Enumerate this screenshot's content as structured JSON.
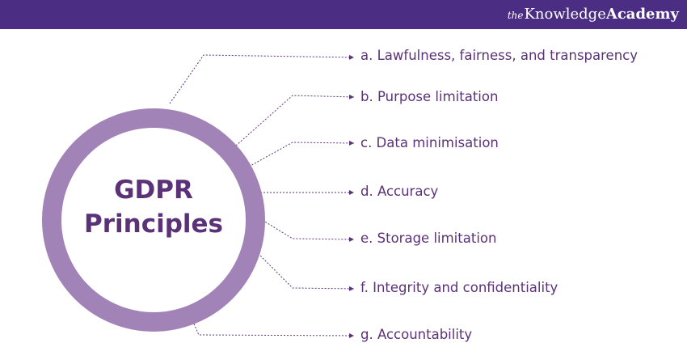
{
  "brand": {
    "the": "the",
    "knowledge": "Knowledge",
    "academy": "Academy"
  },
  "colors": {
    "header_bar": "#4b2d83",
    "ring": "#a283b8",
    "text": "#5b3277",
    "connector": "#5b3277"
  },
  "center": {
    "line1": "GDPR",
    "line2": "Principles"
  },
  "principles": [
    "a. Lawfulness, fairness, and transparency",
    "b. Purpose limitation",
    "c. Data minimisation",
    "d. Accuracy",
    "e. Storage limitation",
    "f. Integrity and confidentiality",
    "g. Accountability"
  ]
}
